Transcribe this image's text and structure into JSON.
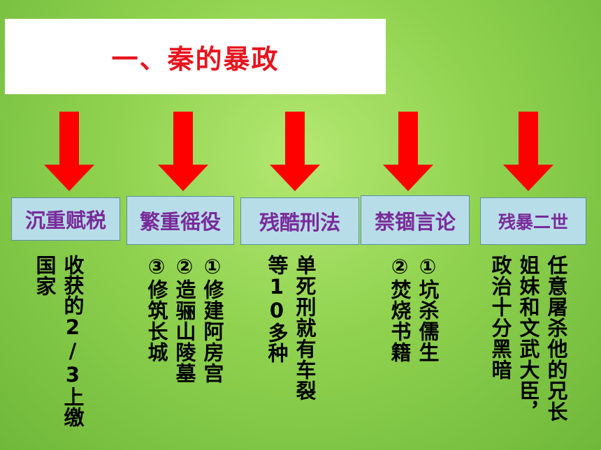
{
  "title": "一、秦的暴政",
  "colors": {
    "accent_red": "#ff0000",
    "label_text": "#7a2a9a",
    "label_bg": "#b7dde8"
  },
  "items": [
    {
      "label": "沉重赋税",
      "lines": [
        "收获的2/3上缴",
        "国家"
      ]
    },
    {
      "label": "繁重徭役",
      "lines": [
        "①修建阿房宫",
        "②造骊山陵墓",
        "③修筑长城"
      ]
    },
    {
      "label": "残酷刑法",
      "lines": [
        "单死刑就有车裂",
        "等10多种"
      ]
    },
    {
      "label": "禁锢言论",
      "lines": [
        "①坑杀儒生",
        "②焚烧书籍"
      ]
    },
    {
      "label": "残暴二世",
      "lines": [
        "任意屠杀他的兄长",
        "姐妹和文武大臣，",
        "政治十分黑暗"
      ]
    }
  ]
}
